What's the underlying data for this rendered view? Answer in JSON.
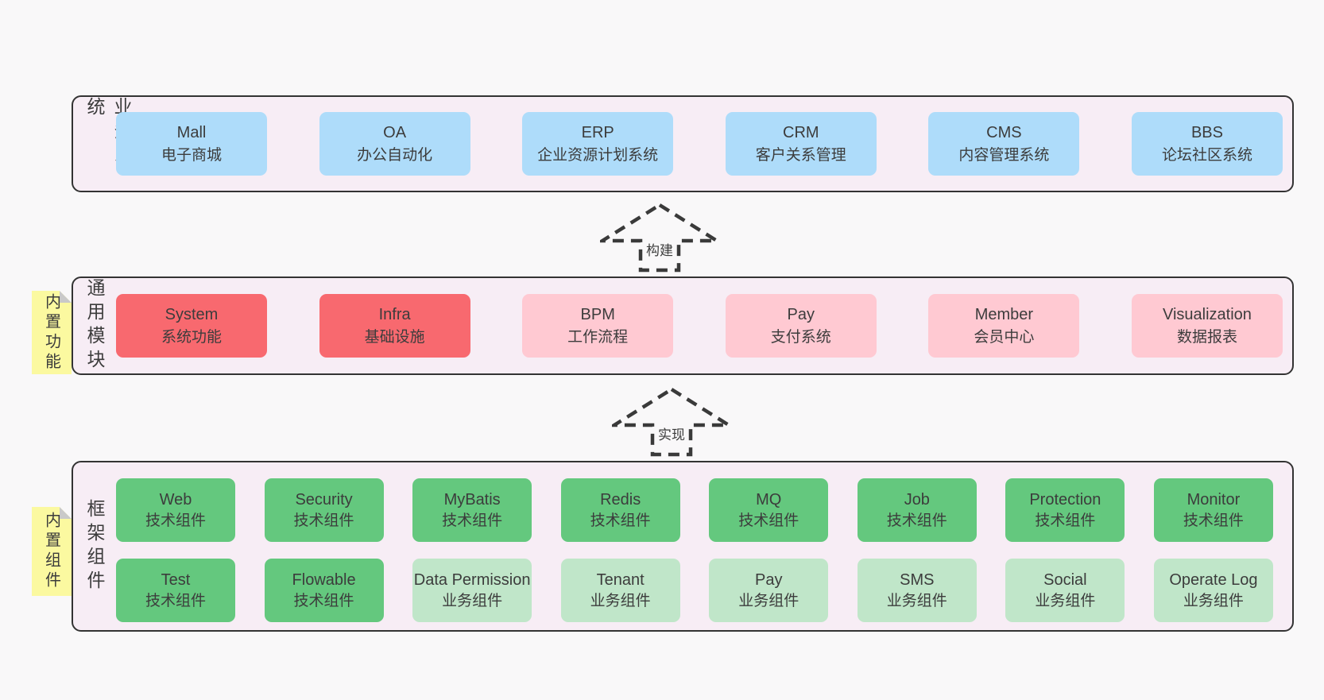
{
  "palette": {
    "page_bg": "#f9f8f9",
    "layer_bg": "#f7edf5",
    "layer_border": "#333333",
    "blue": "#aedcfa",
    "red": "#f8696f",
    "pink": "#ffc9d2",
    "green": "#64c87e",
    "light_green": "#c0e6c9",
    "sticky_yellow": "#fbf9a0",
    "sticky_fold": "#c9c9c9",
    "text": "#3c3c3c"
  },
  "business_layer": {
    "label": "业务系统",
    "boxes": [
      {
        "en": "Mall",
        "zh": "电子商城",
        "variant": "blue"
      },
      {
        "en": "OA",
        "zh": "办公自动化",
        "variant": "blue"
      },
      {
        "en": "ERP",
        "zh": "企业资源计划系统",
        "variant": "blue"
      },
      {
        "en": "CRM",
        "zh": "客户关系管理",
        "variant": "blue"
      },
      {
        "en": "CMS",
        "zh": "内容管理系统",
        "variant": "blue"
      },
      {
        "en": "BBS",
        "zh": "论坛社区系统",
        "variant": "blue"
      }
    ]
  },
  "arrows": {
    "build": {
      "label": "构建"
    },
    "implement": {
      "label": "实现"
    }
  },
  "module_layer": {
    "sticky": "内置功能",
    "label": "通用模块",
    "boxes": [
      {
        "en": "System",
        "zh": "系统功能",
        "variant": "red"
      },
      {
        "en": "Infra",
        "zh": "基础设施",
        "variant": "red"
      },
      {
        "en": "BPM",
        "zh": "工作流程",
        "variant": "pink"
      },
      {
        "en": "Pay",
        "zh": "支付系统",
        "variant": "pink"
      },
      {
        "en": "Member",
        "zh": "会员中心",
        "variant": "pink"
      },
      {
        "en": "Visualization",
        "zh": "数据报表",
        "variant": "pink"
      }
    ]
  },
  "component_layer": {
    "sticky": "内置组件",
    "label": "框架组件",
    "rows": [
      {
        "boxes": [
          {
            "en": "Web",
            "zh": "技术组件",
            "variant": "green"
          },
          {
            "en": "Security",
            "zh": "技术组件",
            "variant": "green"
          },
          {
            "en": "MyBatis",
            "zh": "技术组件",
            "variant": "green"
          },
          {
            "en": "Redis",
            "zh": "技术组件",
            "variant": "green"
          },
          {
            "en": "MQ",
            "zh": "技术组件",
            "variant": "green"
          },
          {
            "en": "Job",
            "zh": "技术组件",
            "variant": "green"
          },
          {
            "en": "Protection",
            "zh": "技术组件",
            "variant": "green"
          },
          {
            "en": "Monitor",
            "zh": "技术组件",
            "variant": "green"
          }
        ]
      },
      {
        "boxes": [
          {
            "en": "Test",
            "zh": "技术组件",
            "variant": "green"
          },
          {
            "en": "Flowable",
            "zh": "技术组件",
            "variant": "green"
          },
          {
            "en": "Data Permission",
            "zh": "业务组件",
            "variant": "lightgreen"
          },
          {
            "en": "Tenant",
            "zh": "业务组件",
            "variant": "lightgreen"
          },
          {
            "en": "Pay",
            "zh": "业务组件",
            "variant": "lightgreen"
          },
          {
            "en": "SMS",
            "zh": "业务组件",
            "variant": "lightgreen"
          },
          {
            "en": "Social",
            "zh": "业务组件",
            "variant": "lightgreen"
          },
          {
            "en": "Operate Log",
            "zh": "业务组件",
            "variant": "lightgreen"
          }
        ]
      }
    ]
  }
}
